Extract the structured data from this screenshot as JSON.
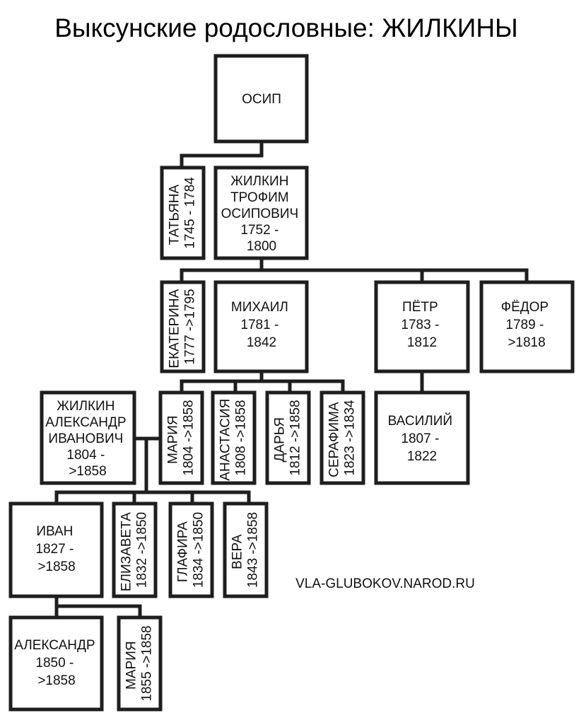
{
  "title": "Выксунские родословные: ЖИЛКИНЫ",
  "source": "VLA-GLUBOKOV.NAROD.RU",
  "people": {
    "osip": [
      "ОСИП"
    ],
    "tatyana": [
      "ТАТЬЯНА",
      "1745 - 1784"
    ],
    "trofim": [
      "ЖИЛКИН",
      "ТРОФИМ",
      "ОСИПОВИЧ",
      "1752 -",
      "1800"
    ],
    "ekaterina": [
      "ЕКАТЕРИНА",
      "1777 ->1795"
    ],
    "mikhail": [
      "МИХАИЛ",
      "1781 -",
      "1842"
    ],
    "petr": [
      "ПЁТР",
      "1783 -",
      "1812"
    ],
    "fedor": [
      "ФЁДОР",
      "1789 -",
      ">1818"
    ],
    "aleksandr_iv": [
      "ЖИЛКИН",
      "АЛЕКСАНДР",
      "ИВАНОВИЧ",
      "1804 -",
      ">1858"
    ],
    "mariya1": [
      "МАРИЯ",
      "1804 ->1858"
    ],
    "anastasiya": [
      "АНАСТАСИЯ",
      "1808 ->1858"
    ],
    "darya": [
      "ДАРЬЯ",
      "1812 ->1858"
    ],
    "serafima": [
      "СЕРАФИМА",
      "1823 ->1834"
    ],
    "vasiliy": [
      "ВАСИЛИЙ",
      "1807 -",
      "1822"
    ],
    "ivan": [
      "ИВАН",
      "1827 -",
      ">1858"
    ],
    "elizaveta": [
      "ЕЛИЗАВЕТА",
      "1832 ->1850"
    ],
    "glafira": [
      "ГЛАФИРА",
      "1834 ->1850"
    ],
    "vera": [
      "ВЕРА",
      "1843 ->1858"
    ],
    "aleksandr2": [
      "АЛЕКСАНДР",
      "1850 -",
      ">1858"
    ],
    "mariya2": [
      "МАРИЯ",
      "1855 ->1858"
    ]
  }
}
